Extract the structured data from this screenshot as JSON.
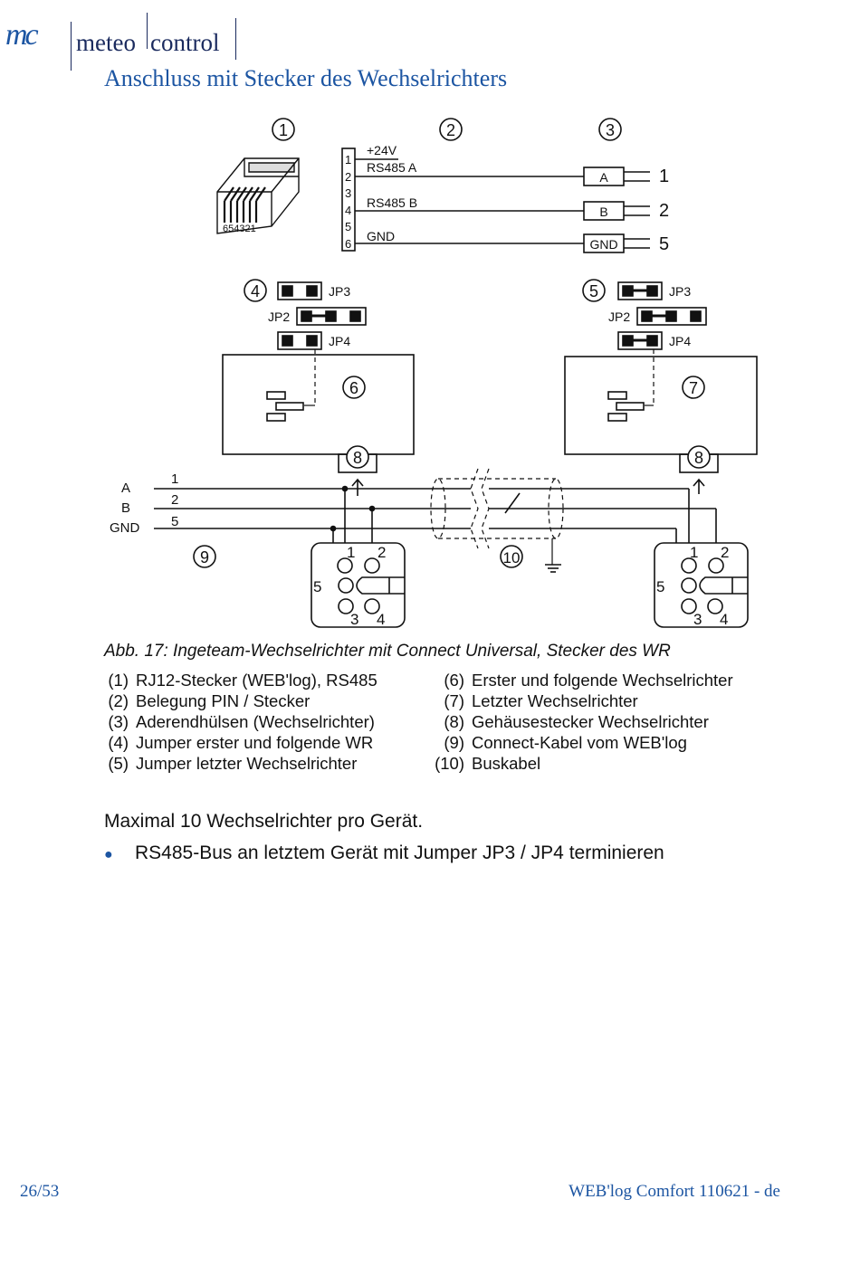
{
  "header": {
    "logo_mark": "mc",
    "logo_word1": "meteo",
    "logo_word2": "control"
  },
  "heading": "Anschluss mit Stecker des Wechselrichters",
  "diagram": {
    "callouts": [
      "1",
      "2",
      "3",
      "4",
      "5",
      "6",
      "7",
      "8",
      "8",
      "9",
      "10"
    ],
    "plug_pins": "654321",
    "pin_numbers": [
      "1",
      "2",
      "3",
      "4",
      "5",
      "6"
    ],
    "signals": [
      "+24V",
      "RS485 A",
      "RS485 B",
      "GND"
    ],
    "ferrules": [
      {
        "label": "A",
        "num": "1"
      },
      {
        "label": "B",
        "num": "2"
      },
      {
        "label": "GND",
        "num": "5"
      }
    ],
    "jumpers": [
      "JP3",
      "JP2",
      "JP4"
    ],
    "bus_labels": [
      "A",
      "B",
      "GND"
    ],
    "bus_numbers": [
      "1",
      "2",
      "5"
    ],
    "socket_pins": [
      "1",
      "2",
      "5",
      "3",
      "4"
    ]
  },
  "caption": "Abb. 17: Ingeteam-Wechselrichter mit Connect Universal, Stecker des WR",
  "legend_left": [
    {
      "num": "(1)",
      "text": "RJ12-Stecker (WEB'log), RS485"
    },
    {
      "num": "(2)",
      "text": "Belegung PIN / Stecker"
    },
    {
      "num": "(3)",
      "text": "Aderendhülsen (Wechselrichter)"
    },
    {
      "num": "(4)",
      "text": "Jumper erster und folgende WR"
    },
    {
      "num": "(5)",
      "text": "Jumper letzter Wechselrichter"
    }
  ],
  "legend_right": [
    {
      "num": "(6)",
      "text": "Erster und folgende Wechselrichter"
    },
    {
      "num": "(7)",
      "text": "Letzter Wechselrichter"
    },
    {
      "num": "(8)",
      "text": "Gehäusestecker Wechselrichter"
    },
    {
      "num": "(9)",
      "text": "Connect-Kabel vom WEB'log"
    },
    {
      "num": "(10)",
      "text": "Buskabel"
    }
  ],
  "body_text": "Maximal 10 Wechselrichter pro Gerät.",
  "bullet": "RS485-Bus an letztem Gerät mit Jumper JP3 / JP4 terminieren",
  "footer": {
    "page": "26/53",
    "doc": "WEB'log Comfort 110621 - de"
  },
  "colors": {
    "brand_blue": "#1c55a2",
    "logo_navy": "#1a2a5e"
  }
}
